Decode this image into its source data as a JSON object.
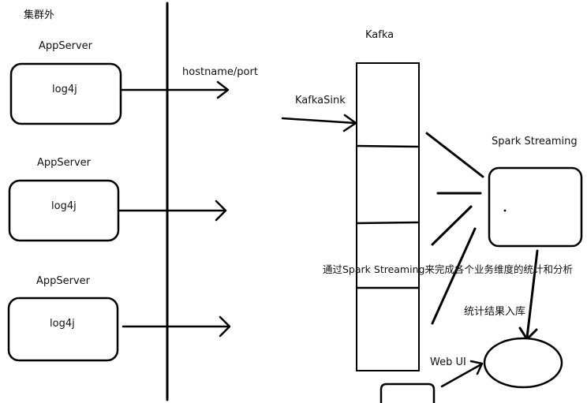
{
  "cluster_outside_label": "集群外",
  "app_servers": [
    {
      "title": "AppServer",
      "component": "log4j"
    },
    {
      "title": "AppServer",
      "component": "log4j"
    },
    {
      "title": "AppServer",
      "component": "log4j"
    }
  ],
  "hostname_port_label": "hostname/port",
  "kafka_label": "Kafka",
  "kafka_sink_label": "KafkaSink",
  "spark_streaming_label": "Spark Streaming",
  "analysis_label": "通过Spark Streaming来完成各个业务维度的统计和分析",
  "store_results_label": "统计结果入库",
  "web_ui_label": "Web UI"
}
